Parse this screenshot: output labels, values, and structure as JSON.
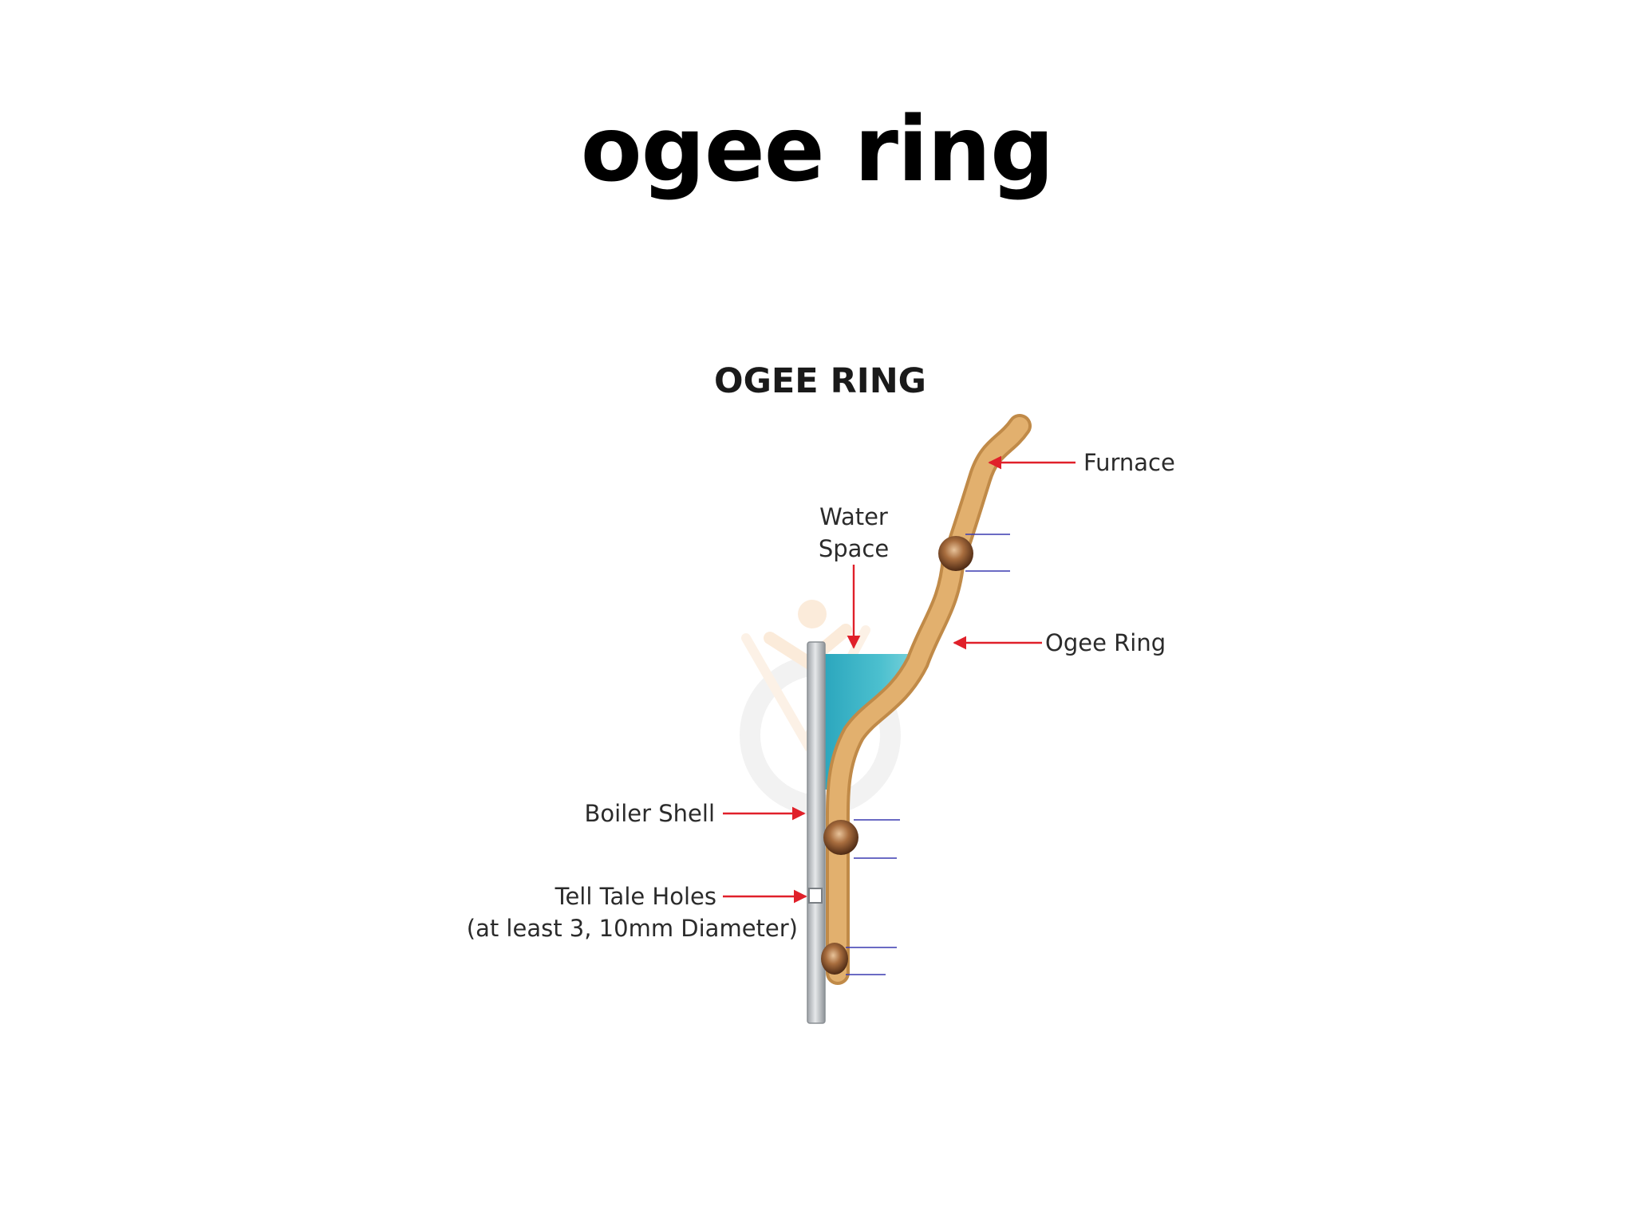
{
  "title": "ogee ring",
  "diagram": {
    "heading": "OGEE RING",
    "labels": {
      "furnace": "Furnace",
      "water_space_line1": "Water",
      "water_space_line2": "Space",
      "ogee_ring": "Ogee Ring",
      "boiler_shell": "Boiler Shell",
      "tell_tale_line1": "Tell Tale Holes",
      "tell_tale_line2": "(at least 3, 10mm Diameter)"
    },
    "colors": {
      "ring": "#e2b06e",
      "ring_edge": "#c08a48",
      "water": "#3fb3c6",
      "shell": "#b8bcc0",
      "arrow": "#e0202a",
      "weld": "#8a5a34",
      "rivet_line": "#3a3ab0"
    }
  }
}
